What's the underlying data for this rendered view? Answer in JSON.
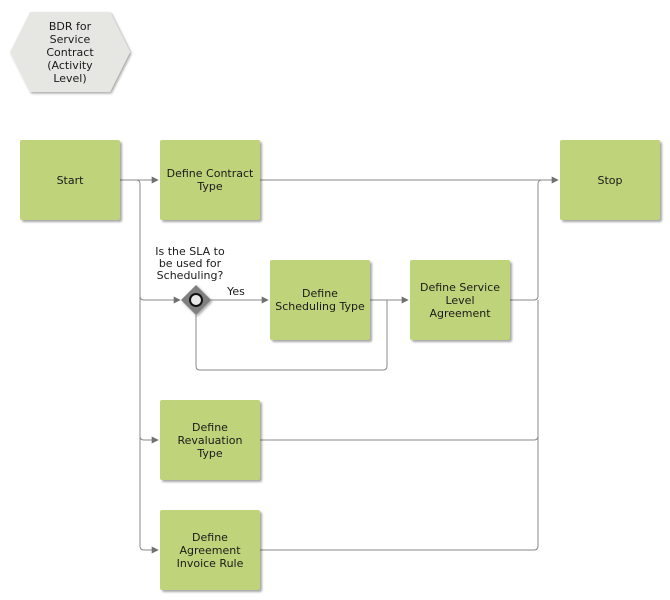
{
  "process_title": "BDR for\nService\nContract\n(Activity\nLevel)",
  "nodes": {
    "start": "Start",
    "define_contract_type": "Define Contract\nType",
    "stop": "Stop",
    "define_scheduling_type": "Define\nScheduling Type",
    "define_service_level_agreement": "Define Service\nLevel\nAgreement",
    "define_revaluation_type": "Define\nRevaluation\nType",
    "define_agreement_invoice_rule": "Define\nAgreement\nInvoice Rule"
  },
  "gateway": {
    "question": "Is the SLA to\nbe used for\nScheduling?",
    "yes_label": "Yes"
  },
  "colors": {
    "task_fill": "#bfd47a",
    "hexagon_fill": "#e6e6e3",
    "gateway_fill": "#7f7f7f",
    "connector": "#8a8a8a"
  }
}
